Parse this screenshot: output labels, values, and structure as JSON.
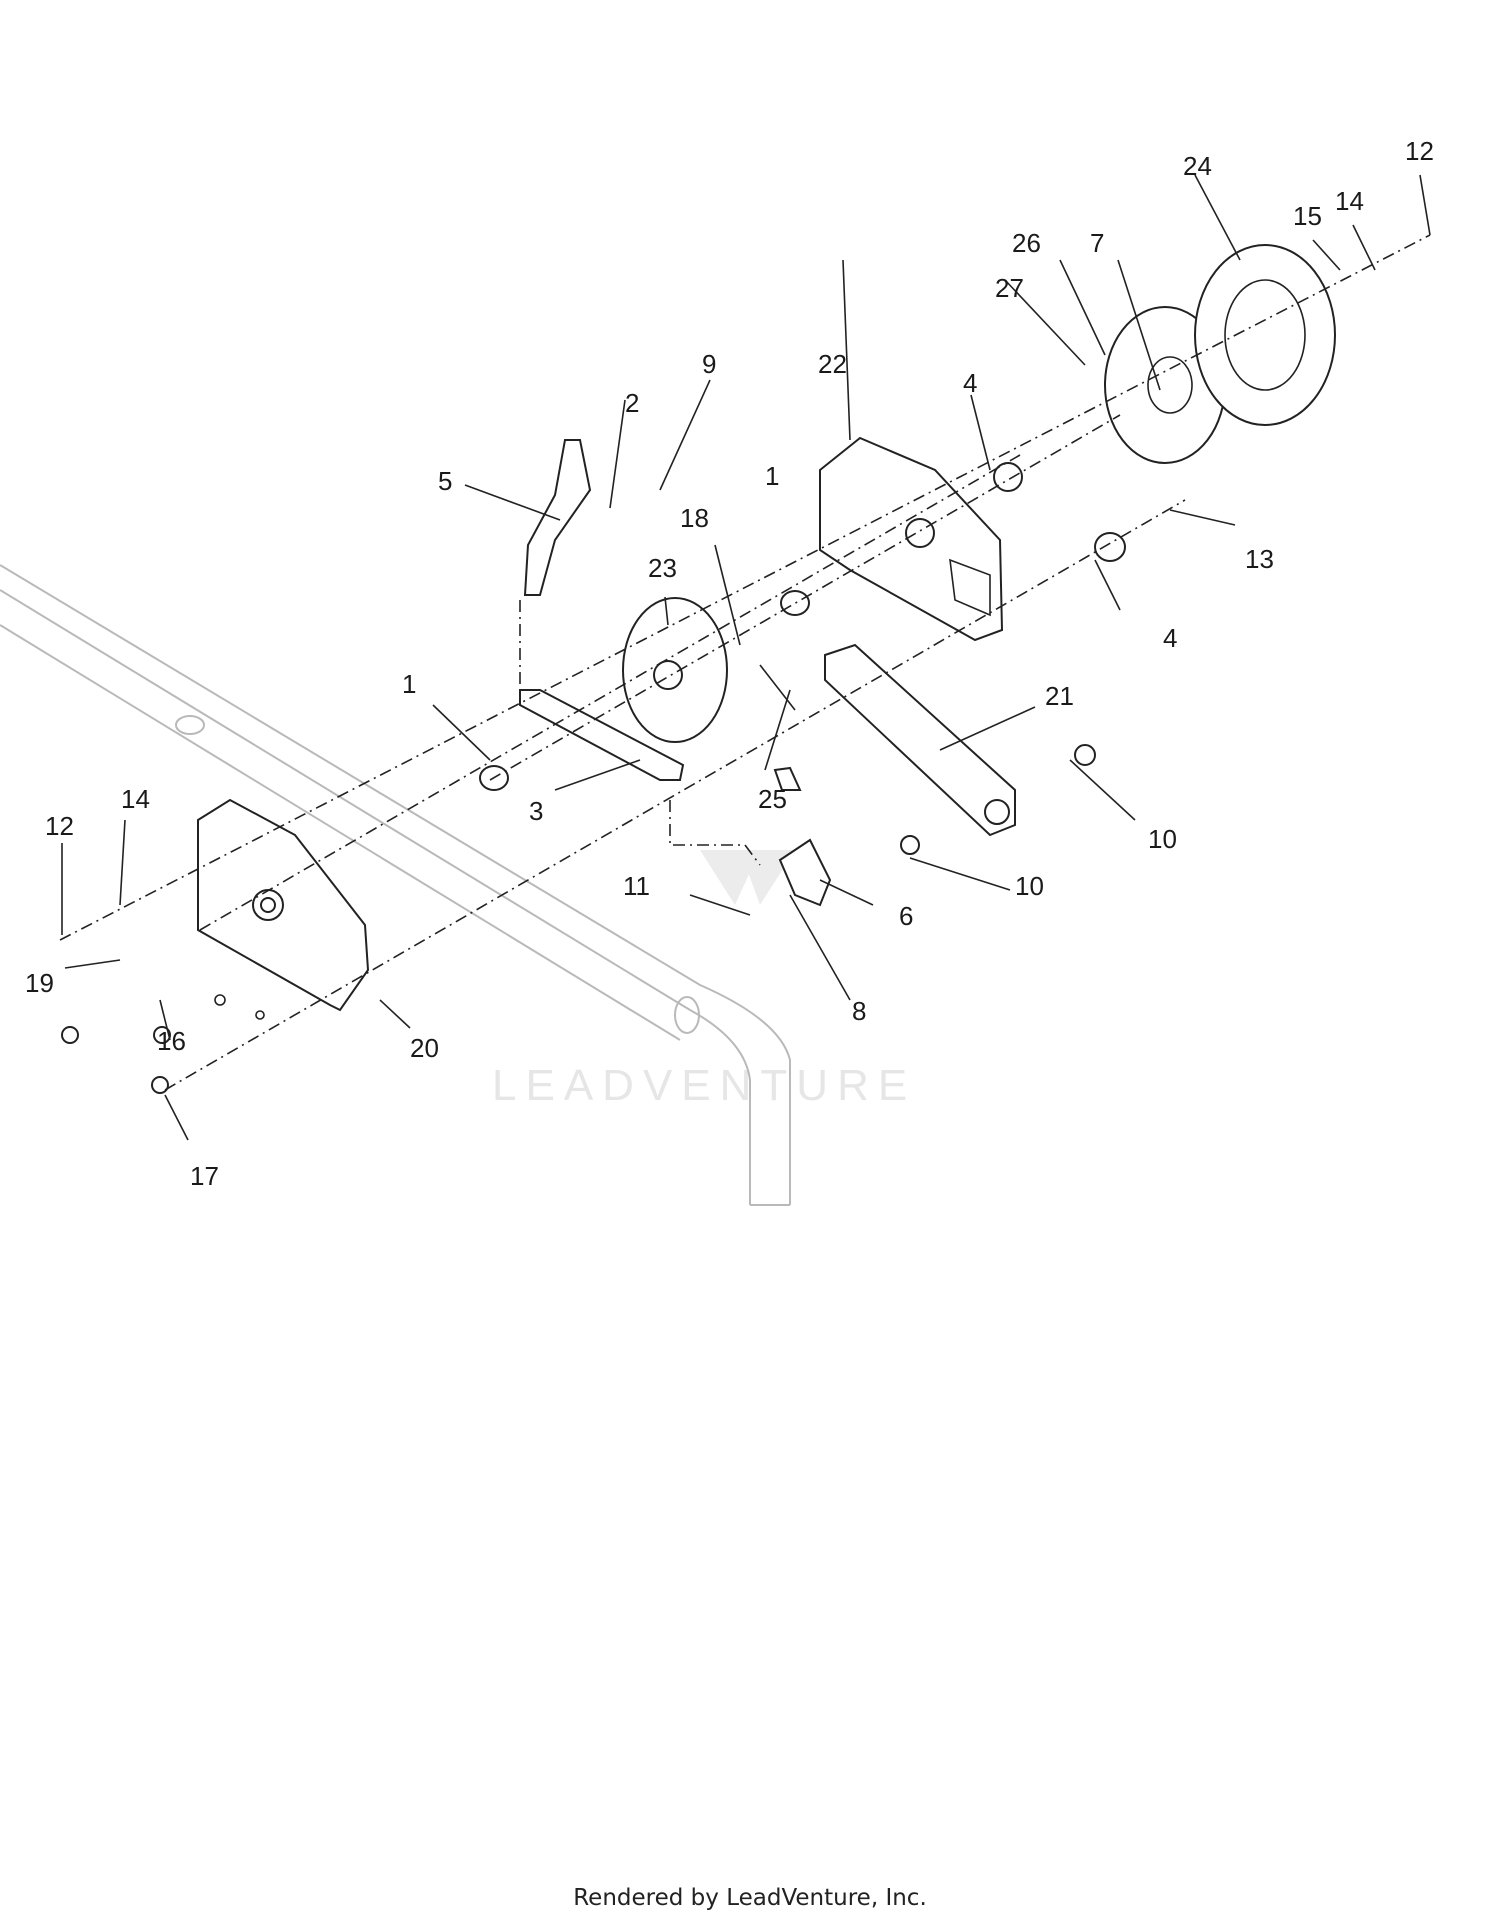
{
  "diagram": {
    "callouts": [
      "1",
      "2",
      "3",
      "4",
      "5",
      "6",
      "7",
      "8",
      "9",
      "10",
      "11",
      "12",
      "13",
      "14",
      "15",
      "16",
      "17",
      "18",
      "19",
      "20",
      "21",
      "22",
      "23",
      "24",
      "25",
      "26",
      "27"
    ],
    "watermark": "LEADVENTURE",
    "footer": "Rendered by LeadVenture, Inc."
  }
}
